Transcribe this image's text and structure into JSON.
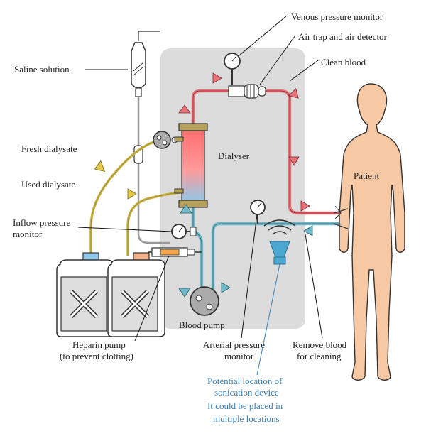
{
  "labels": {
    "venous_pressure_monitor": "Venous pressure monitor",
    "air_trap": "Air trap and air detector",
    "clean_blood": "Clean blood",
    "saline_solution": "Saline solution",
    "dialyser": "Dialyser",
    "fresh_dialysate": "Fresh dialysate",
    "used_dialysate": "Used dialysate",
    "patient": "Patient",
    "inflow_pressure_line1": "Inflow pressure",
    "inflow_pressure_line2": "monitor",
    "heparin_line1": "Heparin pump",
    "heparin_line2": "(to prevent clotting)",
    "blood_pump": "Blood pump",
    "arterial_line1": "Arterial pressure",
    "arterial_line2": "monitor",
    "remove_line1": "Remove blood",
    "remove_line2": "for cleaning",
    "sonication_line1": "Potential location of",
    "sonication_line2": "sonication device",
    "sonication_line3": "It could be placed in",
    "sonication_line4": "multiple locations"
  },
  "colors": {
    "machine_panel": "#dcdcdc",
    "clean_blood_tube": "#e8737a",
    "dirty_blood_tube": "#6fb9c9",
    "dialysate_tube": "#c9b347",
    "skin": "#f7c8a4",
    "callout_text": "#3a7fb5",
    "sonication_device": "#4aa8d0"
  }
}
